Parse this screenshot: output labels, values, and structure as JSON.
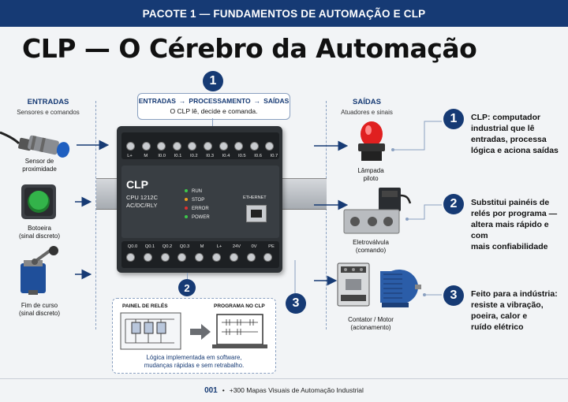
{
  "header": {
    "title": "PACOTE 1 — FUNDAMENTOS DE AUTOMAÇÃO E CLP"
  },
  "title": "CLP — O Cérebro da Automação",
  "inputs": {
    "heading": "ENTRADAS",
    "subheading": "Sensores e comandos",
    "items": [
      {
        "label_1": "Sensor de",
        "label_2": "proximidade"
      },
      {
        "label_1": "Botoeira",
        "label_2": "(sinal discreto)"
      },
      {
        "label_1": "Fim de curso",
        "label_2": "(sinal discreto)"
      }
    ]
  },
  "flow": {
    "step_1": "ENTRADAS",
    "step_2": "PROCESSAMENTO",
    "step_3": "SAÍDAS",
    "caption": "O CLP lê, decide e comanda."
  },
  "outputs": {
    "heading": "SAÍDAS",
    "subheading": "Atuadores e sinais",
    "items": [
      {
        "label_1": "Lâmpada",
        "label_2": "piloto"
      },
      {
        "label_1": "Eletroválvula",
        "label_2": "(comando)"
      },
      {
        "label_1": "Contator / Motor",
        "label_2": "(acionamento)"
      }
    ]
  },
  "plc": {
    "brand": "CLP",
    "model": "CPU 1212C",
    "power": "AC/DC/RLY",
    "top_terminals": [
      "L+",
      "M",
      "I0.0",
      "I0.1",
      "I0.2",
      "I0.3",
      "I0.4",
      "I0.5",
      "I0.6",
      "I0.7"
    ],
    "bottom_terminals": [
      "Q0.0",
      "Q0.1",
      "Q0.2",
      "Q0.3",
      "M",
      "L+",
      "24V",
      "0V",
      "PE"
    ],
    "leds": [
      {
        "label": "RUN",
        "color": "#3cc84a"
      },
      {
        "label": "STOP",
        "color": "#f0a020"
      },
      {
        "label": "ERROR",
        "color": "#e03030"
      },
      {
        "label": "POWER",
        "color": "#3cc84a"
      }
    ],
    "ethernet_label": "ETHERNET"
  },
  "badges": [
    "1",
    "2",
    "3"
  ],
  "comparison": {
    "left_title": "PAINEL DE RELÉS",
    "right_title": "PROGRAMA NO CLP",
    "caption_1": "Lógica implementada em software,",
    "caption_2": "mudanças rápidas e sem retrabalho."
  },
  "points": [
    {
      "num": "1",
      "lines": [
        "CLP: computador",
        "industrial que lê",
        "entradas, processa",
        "lógica e aciona saídas"
      ]
    },
    {
      "num": "2",
      "lines": [
        "Substitui painéis de",
        "relés por programa —",
        "altera mais rápido e com",
        "mais confiabilidade"
      ]
    },
    {
      "num": "3",
      "lines": [
        "Feito para a indústria:",
        "resiste a vibração,",
        "poeira, calor e",
        "ruído elétrico"
      ]
    }
  ],
  "footer": {
    "number": "001",
    "text": "+300 Mapas Visuais de Automação Industrial"
  },
  "colors": {
    "brand": "#163a74",
    "accent": "#163a74"
  }
}
